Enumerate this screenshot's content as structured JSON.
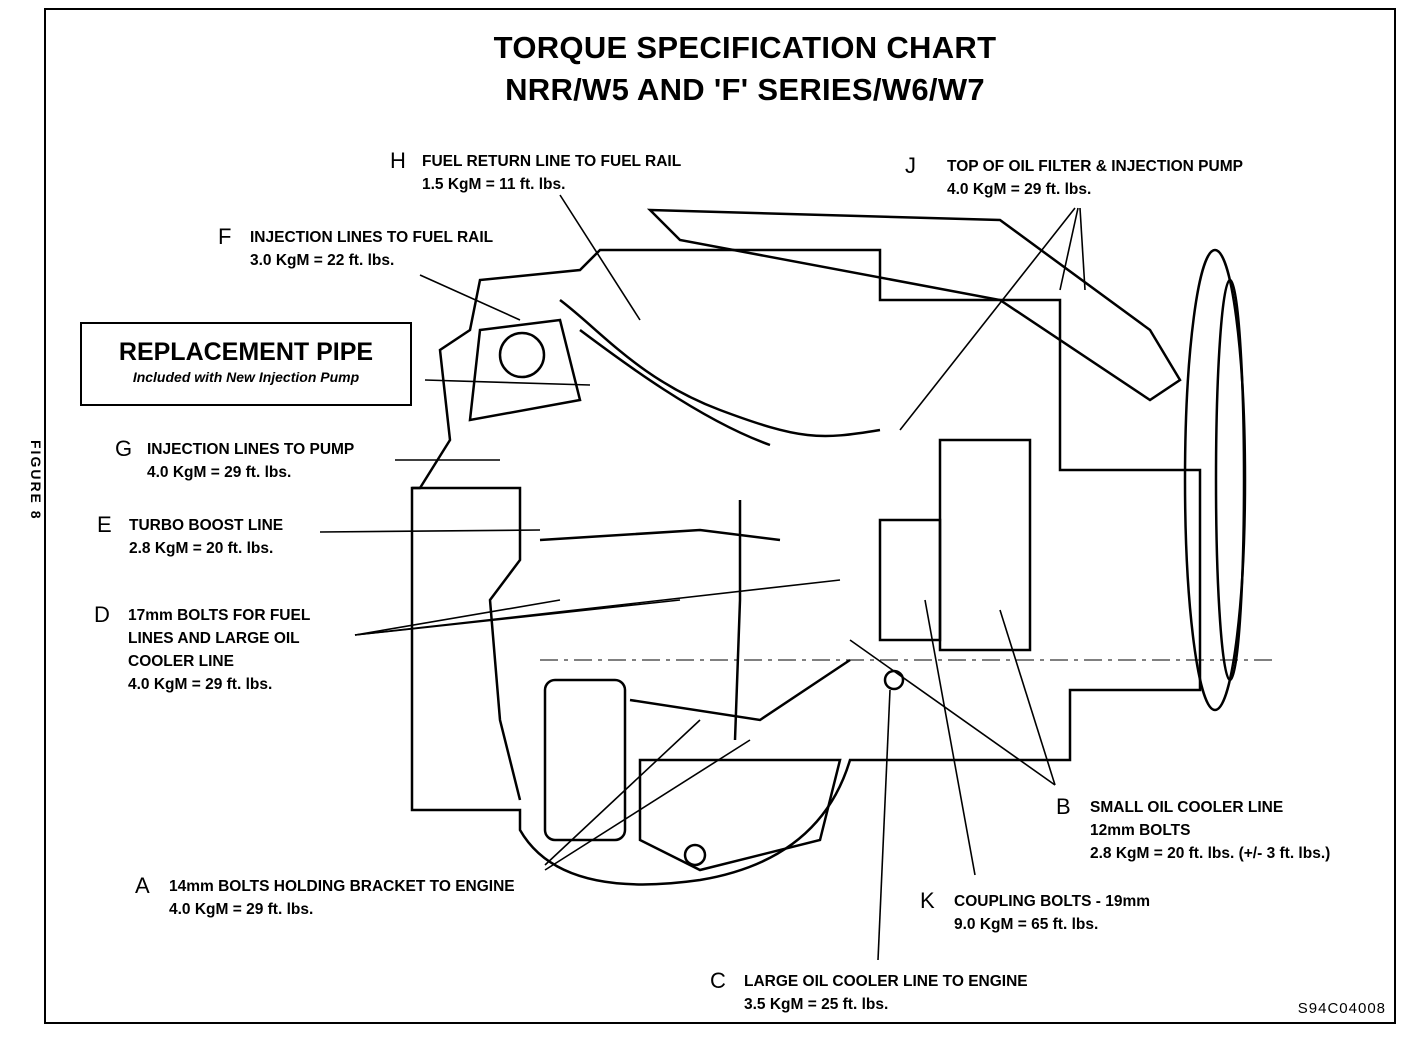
{
  "title": {
    "line1": "TORQUE SPECIFICATION CHART",
    "line2": "NRR/W5 AND 'F' SERIES/W6/W7"
  },
  "figure_label": "FIGURE 8",
  "replacement_pipe": {
    "heading": "REPLACEMENT PIPE",
    "note": "Included with New Injection Pump"
  },
  "callouts": {
    "H": {
      "letter": "H",
      "lines": [
        "FUEL RETURN LINE TO FUEL RAIL",
        "1.5 KgM = 11 ft. lbs."
      ]
    },
    "J": {
      "letter": "J",
      "lines": [
        "TOP OF OIL FILTER & INJECTION PUMP",
        "4.0 KgM = 29 ft. lbs."
      ]
    },
    "F": {
      "letter": "F",
      "lines": [
        "INJECTION LINES TO FUEL RAIL",
        "3.0 KgM = 22 ft. lbs."
      ]
    },
    "G": {
      "letter": "G",
      "lines": [
        "INJECTION LINES TO PUMP",
        "4.0 KgM = 29 ft. lbs."
      ]
    },
    "E": {
      "letter": "E",
      "lines": [
        "TURBO BOOST LINE",
        "2.8 KgM = 20 ft. lbs."
      ]
    },
    "D": {
      "letter": "D",
      "lines": [
        "17mm BOLTS FOR FUEL",
        "LINES AND LARGE OIL",
        "COOLER LINE",
        "4.0 KgM = 29 ft. lbs."
      ]
    },
    "B": {
      "letter": "B",
      "lines": [
        "SMALL OIL COOLER LINE",
        "12mm BOLTS",
        "2.8 KgM = 20 ft. lbs. (+/- 3 ft. lbs.)"
      ]
    },
    "A": {
      "letter": "A",
      "lines": [
        "14mm BOLTS HOLDING BRACKET TO ENGINE",
        "4.0 KgM = 29 ft. lbs."
      ]
    },
    "K": {
      "letter": "K",
      "lines": [
        "COUPLING BOLTS - 19mm",
        "9.0 KgM = 65 ft. lbs."
      ]
    },
    "C": {
      "letter": "C",
      "lines": [
        "LARGE OIL COOLER LINE TO ENGINE",
        "3.5 KgM = 25 ft. lbs."
      ]
    }
  },
  "drawing_code": "S94C04008"
}
